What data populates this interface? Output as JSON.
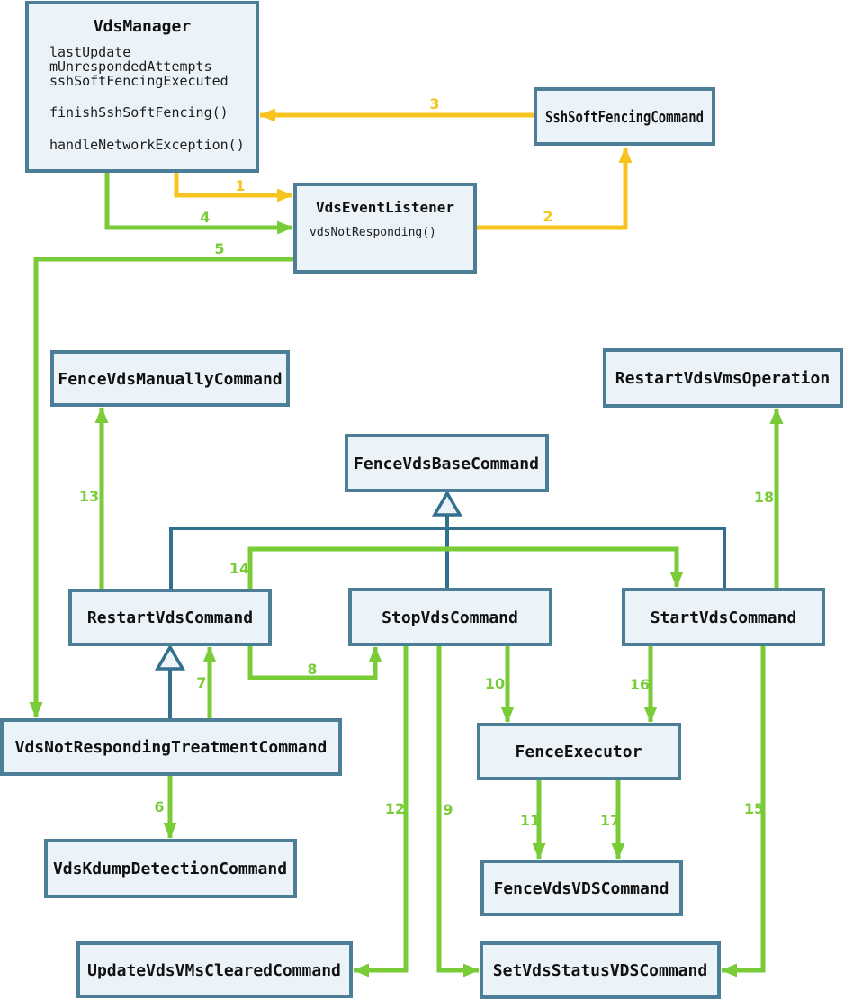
{
  "diagram": {
    "colors": {
      "green": "#79CB38",
      "yellow": "#F7C41F",
      "teal": "#33708E",
      "boxBorder": "#4D7E98",
      "boxFill": "#ECF3F8"
    },
    "boxes": {
      "vdsManager": {
        "title": "VdsManager",
        "members": [
          "lastUpdate",
          "mUnrespondedAttempts",
          "sshSoftFencingExecuted",
          "finishSshSoftFencing()",
          "handleNetworkException()"
        ]
      },
      "sshSoftFencingCommand": {
        "title": "SshSoftFencingCommand"
      },
      "vdsEventListener": {
        "title": "VdsEventListener",
        "members": [
          "vdsNotResponding()"
        ]
      },
      "fenceVdsManuallyCommand": {
        "title": "FenceVdsManuallyCommand"
      },
      "restartVdsVmsOperation": {
        "title": "RestartVdsVmsOperation"
      },
      "fenceVdsBaseCommand": {
        "title": "FenceVdsBaseCommand"
      },
      "restartVdsCommand": {
        "title": "RestartVdsCommand"
      },
      "stopVdsCommand": {
        "title": "StopVdsCommand"
      },
      "startVdsCommand": {
        "title": "StartVdsCommand"
      },
      "vdsNotRespondingTreatmentCommand": {
        "title": "VdsNotRespondingTreatmentCommand"
      },
      "fenceExecutor": {
        "title": "FenceExecutor"
      },
      "vdsKdumpDetectionCommand": {
        "title": "VdsKdumpDetectionCommand"
      },
      "fenceVdsVDSCommand": {
        "title": "FenceVdsVDSCommand"
      },
      "updateVdsVMsClearedCommand": {
        "title": "UpdateVdsVMsClearedCommand"
      },
      "setVdsStatusVDSCommand": {
        "title": "SetVdsStatusVDSCommand"
      }
    },
    "edges": [
      {
        "label": "1",
        "from": "VdsManager",
        "to": "VdsEventListener",
        "color": "yellow"
      },
      {
        "label": "2",
        "from": "VdsEventListener",
        "to": "SshSoftFencingCommand",
        "color": "yellow"
      },
      {
        "label": "3",
        "from": "SshSoftFencingCommand",
        "to": "VdsManager",
        "color": "yellow"
      },
      {
        "label": "4",
        "from": "VdsManager",
        "to": "VdsEventListener",
        "color": "green"
      },
      {
        "label": "5",
        "from": "VdsEventListener",
        "to": "VdsNotRespondingTreatmentCommand",
        "color": "green"
      },
      {
        "label": "6",
        "from": "VdsNotRespondingTreatmentCommand",
        "to": "VdsKdumpDetectionCommand",
        "color": "green"
      },
      {
        "label": "7",
        "from": "VdsNotRespondingTreatmentCommand",
        "to": "RestartVdsCommand",
        "color": "green"
      },
      {
        "label": "8",
        "from": "RestartVdsCommand",
        "to": "StopVdsCommand",
        "color": "green"
      },
      {
        "label": "9",
        "from": "StopVdsCommand",
        "to": "SetVdsStatusVDSCommand",
        "color": "green"
      },
      {
        "label": "10",
        "from": "StopVdsCommand",
        "to": "FenceExecutor",
        "color": "green"
      },
      {
        "label": "11",
        "from": "FenceExecutor",
        "to": "FenceVdsVDSCommand",
        "color": "green"
      },
      {
        "label": "12",
        "from": "StopVdsCommand",
        "to": "UpdateVdsVMsClearedCommand",
        "color": "green"
      },
      {
        "label": "13",
        "from": "RestartVdsCommand",
        "to": "FenceVdsManuallyCommand",
        "color": "green"
      },
      {
        "label": "14",
        "from": "RestartVdsCommand",
        "to": "StartVdsCommand",
        "color": "green"
      },
      {
        "label": "15",
        "from": "StartVdsCommand",
        "to": "SetVdsStatusVDSCommand",
        "color": "green"
      },
      {
        "label": "16",
        "from": "StartVdsCommand",
        "to": "FenceExecutor",
        "color": "green"
      },
      {
        "label": "17",
        "from": "FenceExecutor",
        "to": "FenceVdsVDSCommand",
        "color": "green"
      },
      {
        "label": "18",
        "from": "StartVdsCommand",
        "to": "RestartVdsVmsOperation",
        "color": "green"
      }
    ],
    "inheritance": [
      {
        "child": "RestartVdsCommand",
        "parent": "FenceVdsBaseCommand"
      },
      {
        "child": "StopVdsCommand",
        "parent": "FenceVdsBaseCommand"
      },
      {
        "child": "StartVdsCommand",
        "parent": "FenceVdsBaseCommand"
      },
      {
        "child": "VdsNotRespondingTreatmentCommand",
        "parent": "RestartVdsCommand"
      }
    ]
  }
}
